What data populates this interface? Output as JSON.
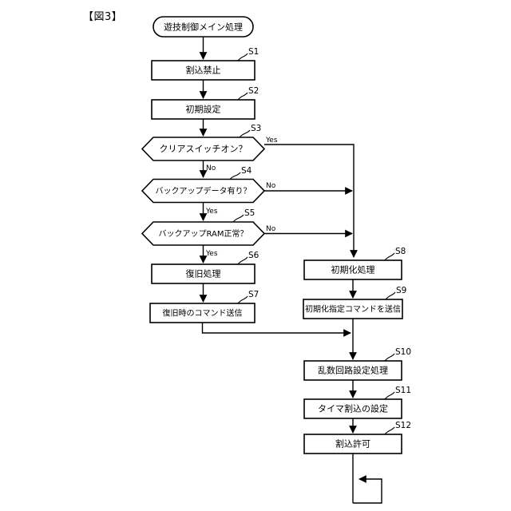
{
  "figure": {
    "label": "【図3】"
  },
  "flowchart": {
    "title_node": {
      "id": "start",
      "text": "遊技制御メイン処理",
      "shape": "terminator"
    },
    "nodes": [
      {
        "id": "S1",
        "step": "S1",
        "text": "割込禁止",
        "shape": "process",
        "column": "left"
      },
      {
        "id": "S2",
        "step": "S2",
        "text": "初期設定",
        "shape": "process",
        "column": "left"
      },
      {
        "id": "S3",
        "step": "S3",
        "text": "クリアスイッチオン？",
        "shape": "decision",
        "column": "left"
      },
      {
        "id": "S4",
        "step": "S4",
        "text": "バックアップデータ有り？",
        "shape": "decision",
        "column": "left"
      },
      {
        "id": "S5",
        "step": "S5",
        "text": "バックアップRAM正常？",
        "shape": "decision",
        "column": "left"
      },
      {
        "id": "S6",
        "step": "S6",
        "text": "復旧処理",
        "shape": "process",
        "column": "left"
      },
      {
        "id": "S7",
        "step": "S7",
        "text": "復旧時のコマンド送信",
        "shape": "process",
        "column": "left"
      },
      {
        "id": "S8",
        "step": "S8",
        "text": "初期化処理",
        "shape": "process",
        "column": "right"
      },
      {
        "id": "S9",
        "step": "S9",
        "text": "初期化指定コマンドを送信",
        "shape": "process",
        "column": "right"
      },
      {
        "id": "S10",
        "step": "S10",
        "text": "乱数回路設定処理",
        "shape": "process",
        "column": "right"
      },
      {
        "id": "S11",
        "step": "S11",
        "text": "タイマ割込の設定",
        "shape": "process",
        "column": "right"
      },
      {
        "id": "S12",
        "step": "S12",
        "text": "割込許可",
        "shape": "process",
        "column": "right"
      }
    ],
    "branch_labels": {
      "s3_yes": "Yes",
      "s3_no": "No",
      "s4_no": "No",
      "s4_yes": "Yes",
      "s5_no": "No",
      "s5_yes": "Yes"
    },
    "edges": [
      {
        "from": "start",
        "to": "S1",
        "label": ""
      },
      {
        "from": "S1",
        "to": "S2",
        "label": ""
      },
      {
        "from": "S2",
        "to": "S3",
        "label": ""
      },
      {
        "from": "S3",
        "to": "S4",
        "label": "No"
      },
      {
        "from": "S3",
        "to": "S8",
        "label": "Yes"
      },
      {
        "from": "S4",
        "to": "S5",
        "label": "Yes"
      },
      {
        "from": "S4",
        "to": "S8",
        "label": "No"
      },
      {
        "from": "S5",
        "to": "S6",
        "label": "Yes"
      },
      {
        "from": "S5",
        "to": "S8",
        "label": "No"
      },
      {
        "from": "S6",
        "to": "S7",
        "label": ""
      },
      {
        "from": "S7",
        "to": "S10",
        "label": ""
      },
      {
        "from": "S8",
        "to": "S9",
        "label": ""
      },
      {
        "from": "S9",
        "to": "S10",
        "label": ""
      },
      {
        "from": "S10",
        "to": "S11",
        "label": ""
      },
      {
        "from": "S11",
        "to": "S12",
        "label": ""
      },
      {
        "from": "S12",
        "to": "loop",
        "label": ""
      }
    ],
    "loop_back": {
      "id": "loop",
      "description": "loop-back"
    }
  },
  "colors": {
    "stroke": "#000000",
    "fill": "#ffffff",
    "background": "#ffffff"
  }
}
